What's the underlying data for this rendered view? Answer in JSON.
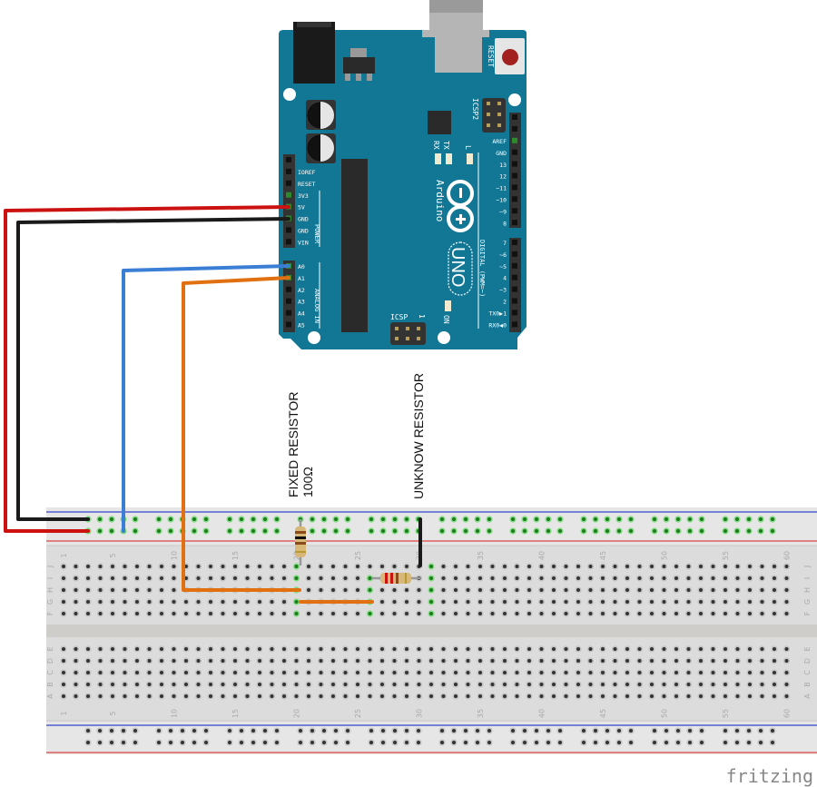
{
  "app": {
    "watermark": "fritzing"
  },
  "labels": {
    "fixed_resistor": "FIXED RESISTOR",
    "fixed_resistor_value": "100Ω",
    "unknown_resistor": "UNKNOW RESISTOR"
  },
  "arduino": {
    "logo_text": "Arduino",
    "model": "UNO",
    "reset_label": "RESET",
    "icsp2_label": "ICSP2",
    "icsp_label": "ICSP",
    "icsp_pin1": "1",
    "on_label": "ON",
    "led_labels": [
      "RX",
      "TX",
      "L"
    ],
    "power_header": {
      "group_label": "POWER",
      "pins": [
        "IOREF",
        "RESET",
        "3V3",
        "5V",
        "GND",
        "GND",
        "VIN"
      ]
    },
    "analog_header": {
      "group_label": "ANALOG IN",
      "pins": [
        "A0",
        "A1",
        "A2",
        "A3",
        "A4",
        "A5"
      ]
    },
    "digital_high": [
      "AREF",
      "GND",
      "13",
      "12",
      "~11",
      "~10",
      "~9",
      "8"
    ],
    "digital_low": [
      "7",
      "~6",
      "~5",
      "4",
      "~3",
      "2",
      "TX0▶1",
      "RX0◀0"
    ],
    "digital_group_label": "DIGITAL (PWM=~)"
  },
  "breadboard": {
    "columns": 60,
    "column_numbers": [
      "1",
      "5",
      "10",
      "15",
      "20",
      "25",
      "30",
      "35",
      "40",
      "45",
      "50",
      "55",
      "60"
    ],
    "top_rows": [
      "J",
      "I",
      "H",
      "G",
      "F"
    ],
    "bottom_rows": [
      "E",
      "D",
      "C",
      "B",
      "A"
    ]
  },
  "wires": [
    {
      "name": "5v-wire",
      "color": "#cc1111",
      "from": "5V",
      "to": "top rail +"
    },
    {
      "name": "gnd-wire",
      "color": "#222222",
      "from": "GND",
      "to": "top rail -"
    },
    {
      "name": "a0-wire",
      "color": "#3a7fd5",
      "from": "A0",
      "to": "top rail + col 5"
    },
    {
      "name": "a1-wire",
      "color": "#e07010",
      "from": "A1",
      "to": "H20"
    },
    {
      "name": "jumper-orange",
      "color": "#e07010",
      "from": "G20",
      "to": "G26"
    },
    {
      "name": "jumper-black",
      "color": "#222222",
      "from": "top rail -",
      "to": "J31"
    }
  ],
  "colors": {
    "board": "#117795",
    "breadboard": "#e0e0e0",
    "rail_blue": "#3344cc",
    "rail_red": "#dd4444"
  }
}
